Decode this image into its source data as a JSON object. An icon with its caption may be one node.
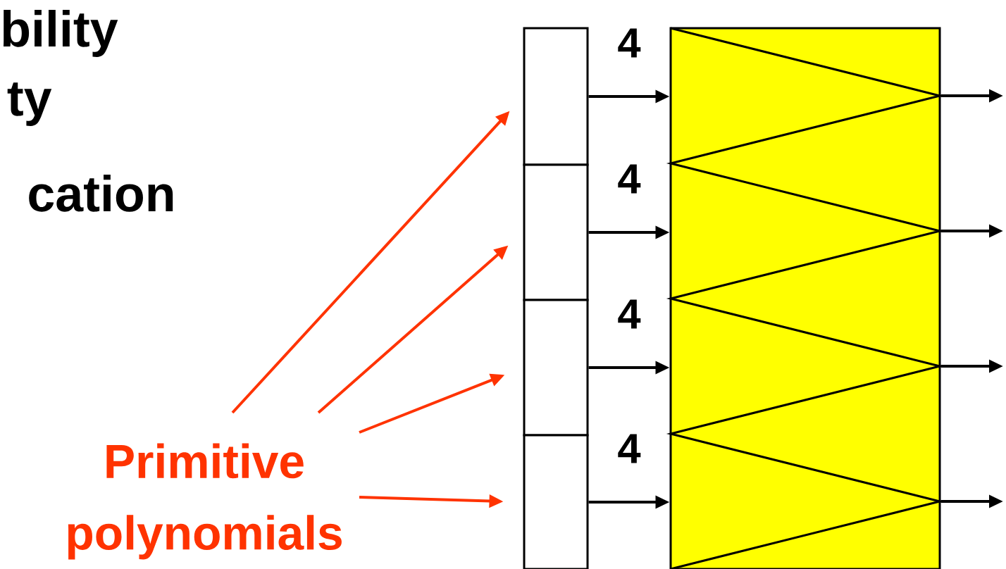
{
  "diagram": {
    "nodes": [
      {
        "text": [
          "Primitive polynomials"
        ]
      },
      {
        "text": [],
        "shape": "box"
      },
      {
        "text": [],
        "shape": "box"
      },
      {
        "text": [],
        "shape": "box"
      },
      {
        "text": [],
        "shape": "box"
      },
      {
        "text": [],
        "shape": "box"
      }
    ],
    "edges": [
      {
        "from": 0,
        "to": 1,
        "arrow": "to",
        "color": "#ff3300"
      },
      {
        "from": 0,
        "to": 2,
        "arrow": "to",
        "color": "#ff3300"
      },
      {
        "from": 0,
        "to": 3,
        "arrow": "to",
        "color": "#ff3300"
      },
      {
        "from": 0,
        "to": 4,
        "arrow": "to",
        "color": "#ff3300"
      },
      {
        "from": 1,
        "to": 5,
        "arrow": "to",
        "label": "4"
      },
      {
        "from": 2,
        "to": 5,
        "arrow": "to",
        "label": "4"
      },
      {
        "from": 3,
        "to": 5,
        "arrow": "to",
        "label": "4"
      },
      {
        "from": 4,
        "to": 5,
        "arrow": "to",
        "label": "4"
      },
      {
        "from": 5,
        "to": null,
        "arrow": "to"
      },
      {
        "from": 5,
        "to": null,
        "arrow": "to"
      },
      {
        "from": 5,
        "to": null,
        "arrow": "to"
      },
      {
        "from": 5,
        "to": null,
        "arrow": "to"
      }
    ],
    "labels": [
      "bility",
      "ty",
      "cation"
    ]
  }
}
